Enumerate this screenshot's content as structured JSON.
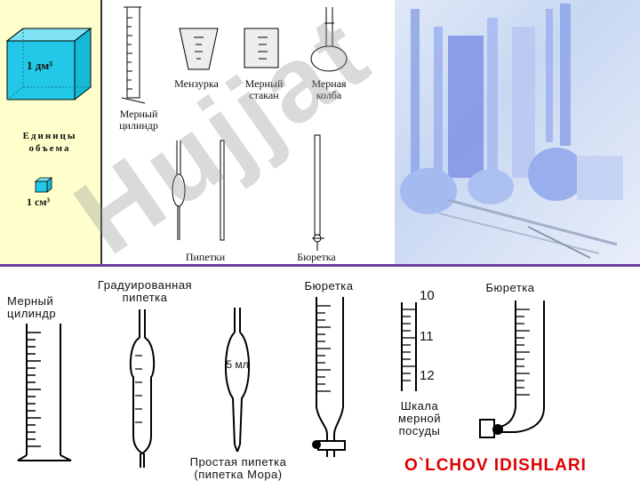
{
  "left_panel": {
    "cube_large_label": "1 дм³",
    "caption": "Единицы объема",
    "cube_small_label": "1 см³"
  },
  "top_labels": {
    "graduated_cylinder": "Мерный цилиндр",
    "menzurka": "Мензурка",
    "measuring_beaker": "Мерный стакан",
    "volumetric_flask": "Мерная колба",
    "pipettes": "Пипетки",
    "burette": "Бюретка"
  },
  "bottom_labels": {
    "graduated_cylinder": "Мерный цилиндр",
    "graduated_pipette": "Градуированная пипетка",
    "burette_left": "Бюретка",
    "mohr_pipette": "Простая пипетка (пипетка Мора)",
    "pipette_volume": "5 мл",
    "scale_caption": "Шкала мерной посуды",
    "scale_ticks": [
      "10",
      "11",
      "12"
    ],
    "burette_right": "Бюретка"
  },
  "watermark": "Hujjat",
  "footer_title": "O`LCHOV IDISHLARI",
  "colors": {
    "divider": "#6a3fa0",
    "cube": "#22c8e6",
    "panel": "#ffffcc",
    "title": "#e00000"
  }
}
